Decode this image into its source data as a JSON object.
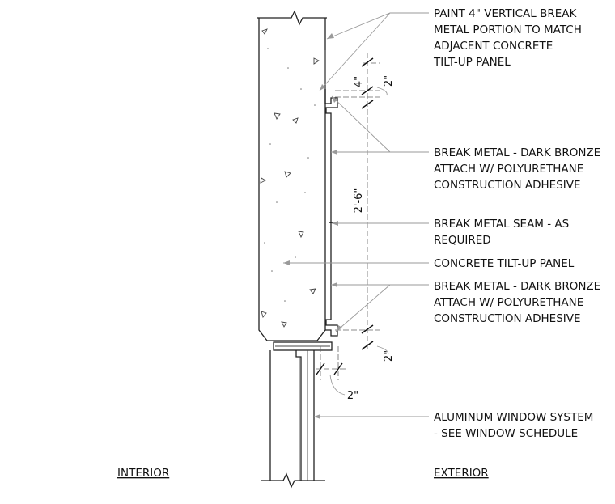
{
  "notes": {
    "paint_break_metal": [
      "PAINT 4\" VERTICAL BREAK",
      "METAL PORTION TO MATCH",
      "ADJACENT CONCRETE",
      "TILT-UP PANEL"
    ],
    "break_metal_upper": [
      "BREAK METAL - DARK BRONZE",
      "ATTACH W/ POLYURETHANE",
      "CONSTRUCTION ADHESIVE"
    ],
    "break_metal_seam": [
      "BREAK METAL SEAM - AS",
      "REQUIRED"
    ],
    "concrete_panel": [
      "CONCRETE TILT-UP PANEL"
    ],
    "break_metal_lower": [
      "BREAK METAL - DARK BRONZE",
      "ATTACH W/ POLYURETHANE",
      "CONSTRUCTION ADHESIVE"
    ],
    "aluminum_window": [
      "ALUMINUM WINDOW SYSTEM",
      "- SEE WINDOW SCHEDULE"
    ]
  },
  "dimensions": {
    "top_vertical": "4\"",
    "top_offset": "2\"",
    "panel_height": "2'-6\"",
    "bottom_offset": "2\"",
    "bottom_horizontal": "2\""
  },
  "sides": {
    "interior": "INTERIOR",
    "exterior": "EXTERIOR"
  },
  "colors": {
    "line": "#222222",
    "leader": "#9a9a9a"
  }
}
